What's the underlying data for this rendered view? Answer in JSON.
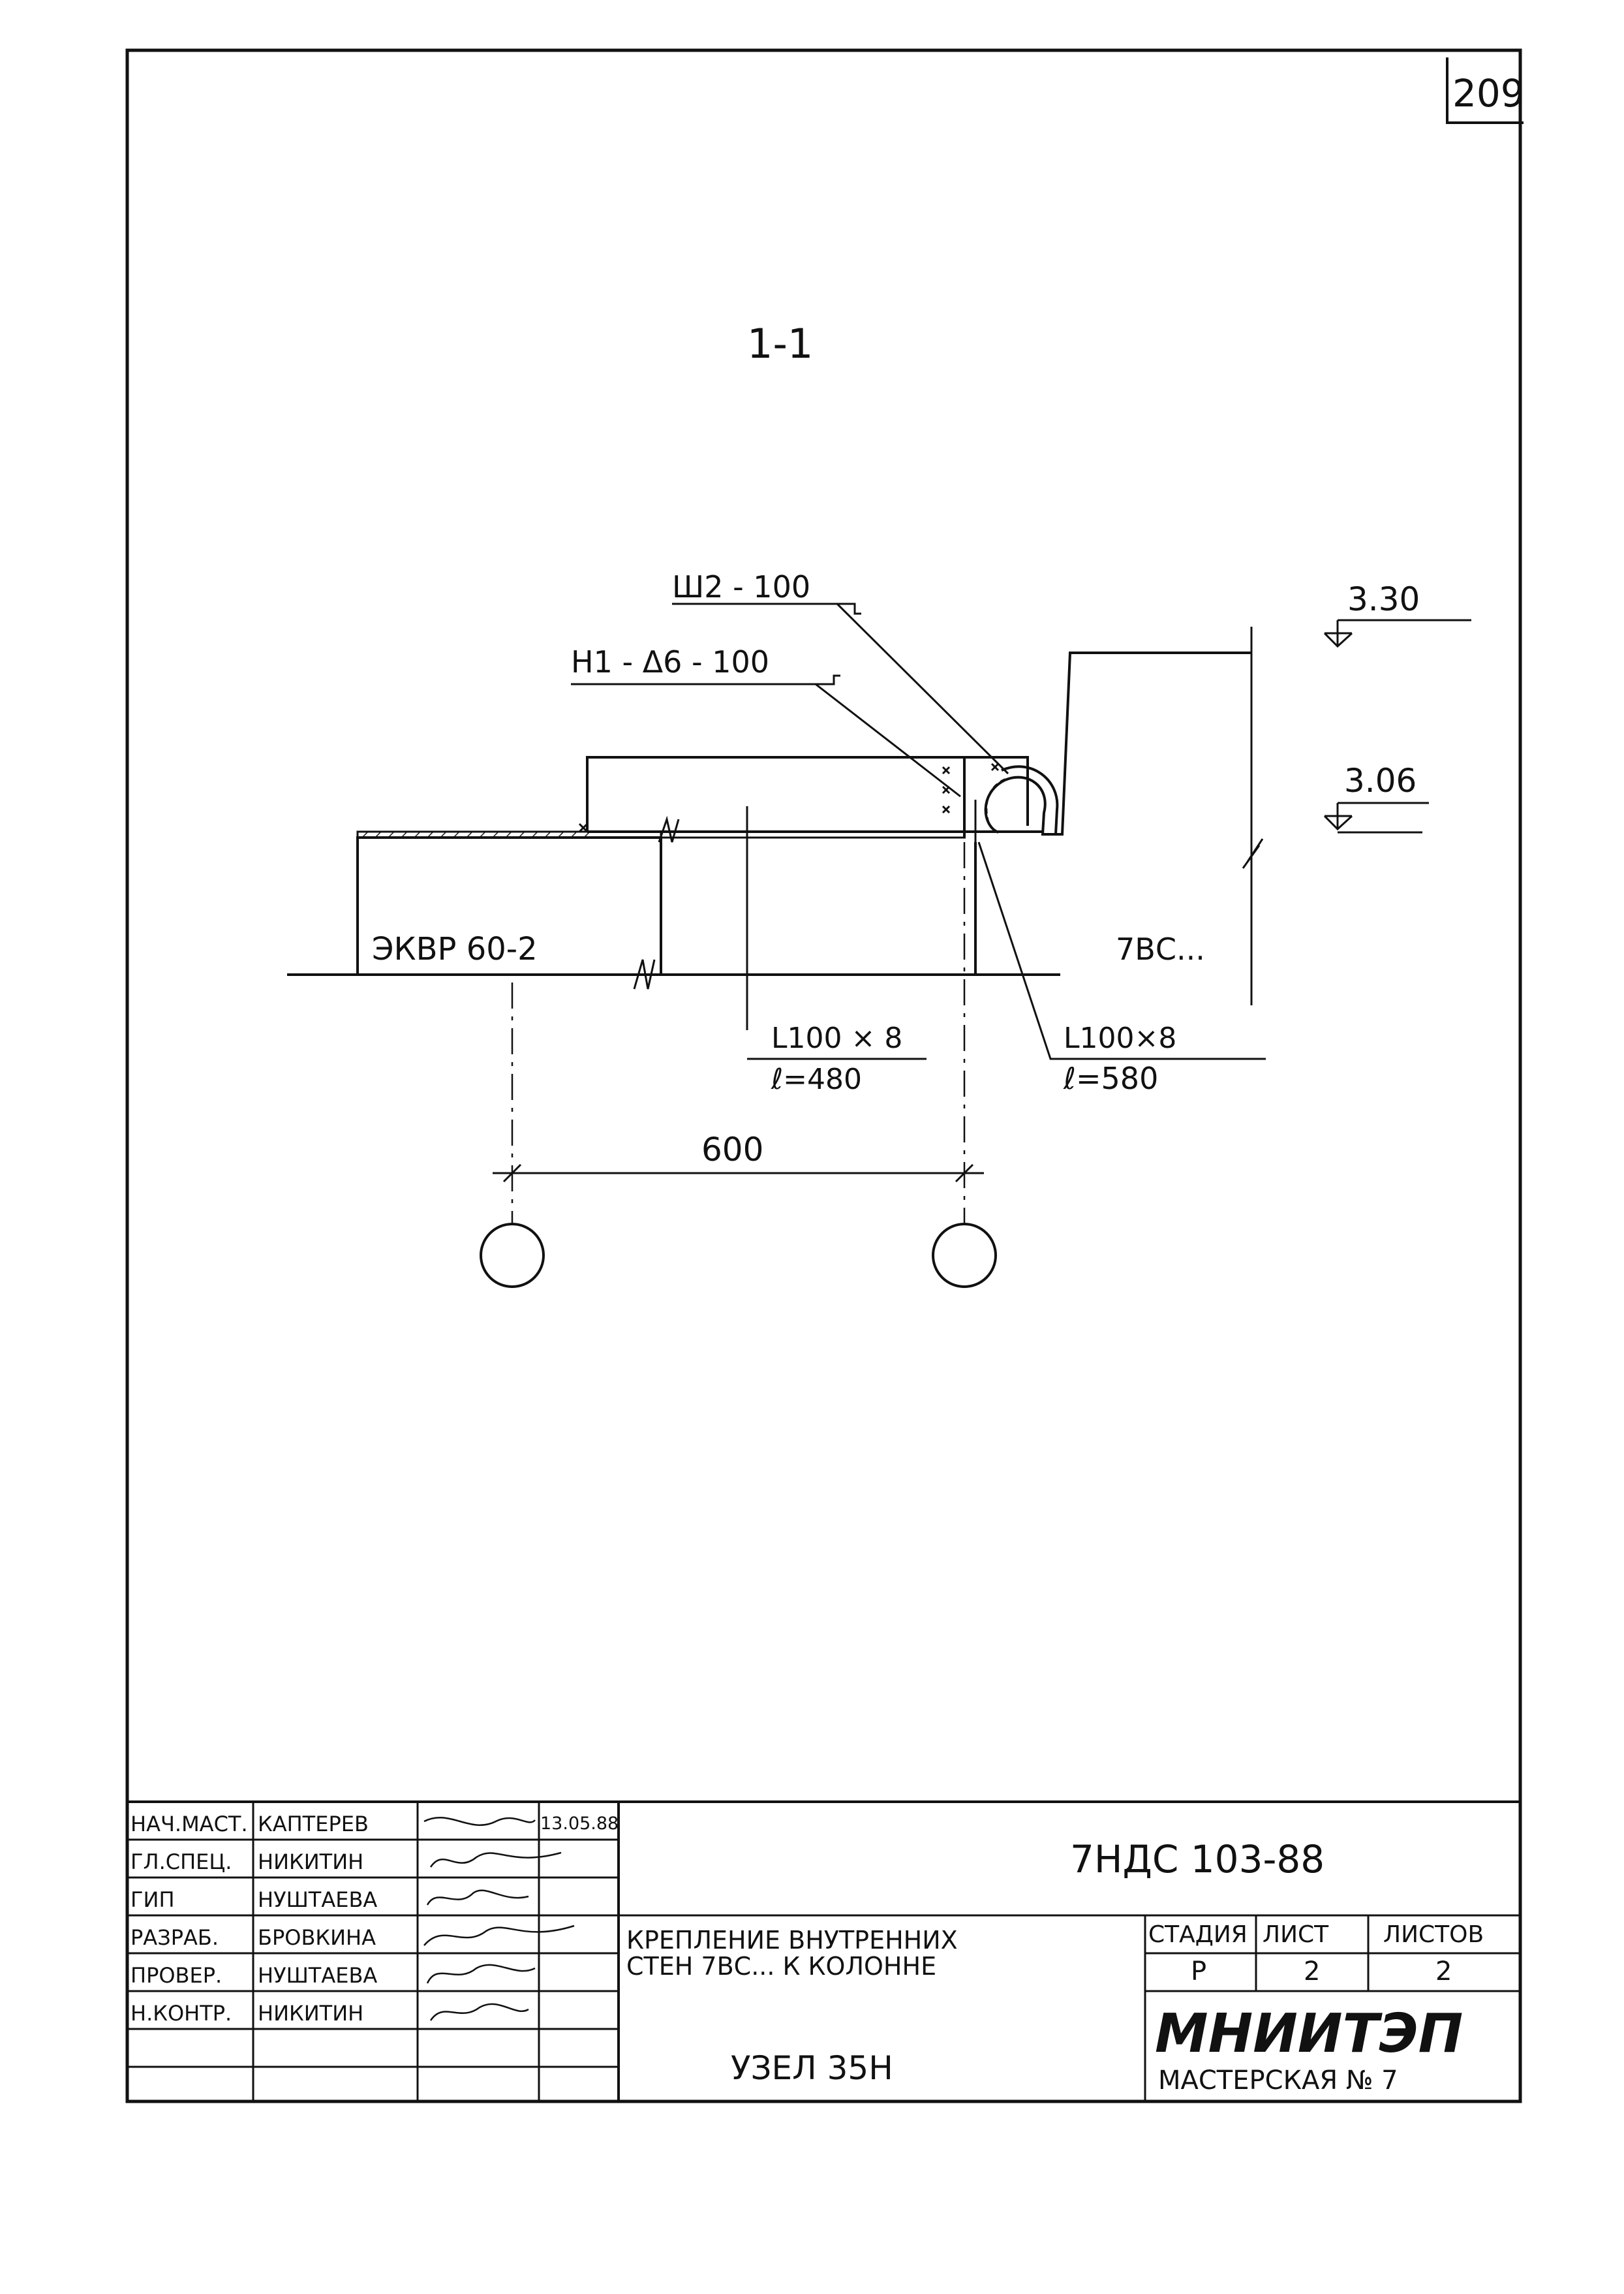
{
  "sheet_number": "209",
  "section_label": "1-1",
  "callouts": {
    "weld_seam": "Ш2 - 100",
    "weld_joint": "Н1 - Δ6 - 100",
    "elev_top": "3.30",
    "elev_mid": "3.06",
    "panel_left": "ЭКВР 60-2",
    "panel_right": "7ВС...",
    "angle1_size": "L100 × 8",
    "angle1_len": "ℓ=480",
    "angle2_size": "L100×8",
    "angle2_len": "ℓ=580",
    "span_dim": "600"
  },
  "title_block": {
    "doc_code": "7НДС 103-88",
    "title_line1": "КРЕПЛЕНИЕ ВНУТРЕННИХ",
    "title_line2": "СТЕН 7ВС... К КОЛОННЕ",
    "node_label": "УЗЕЛ 35Н",
    "stage_header": "СТАДИЯ",
    "sheet_header": "ЛИСТ",
    "sheets_header": "ЛИСТОВ",
    "stage_value": "Р",
    "sheet_value": "2",
    "sheets_value": "2",
    "org_name": "МНИИТЭП",
    "org_dept": "МАСТЕРСКАЯ № 7",
    "date": "13.05.88",
    "staff": [
      {
        "role": "НАЧ.МАСТ.",
        "name": "КАПТЕРЕВ"
      },
      {
        "role": "ГЛ.СПЕЦ.",
        "name": "НИКИТИН"
      },
      {
        "role": "ГИП",
        "name": "НУШТАЕВА"
      },
      {
        "role": "РАЗРАБ.",
        "name": "БРОВКИНА"
      },
      {
        "role": "ПРОВЕР.",
        "name": "НУШТАЕВА"
      },
      {
        "role": "Н.КОНТР.",
        "name": "НИКИТИН"
      }
    ]
  }
}
